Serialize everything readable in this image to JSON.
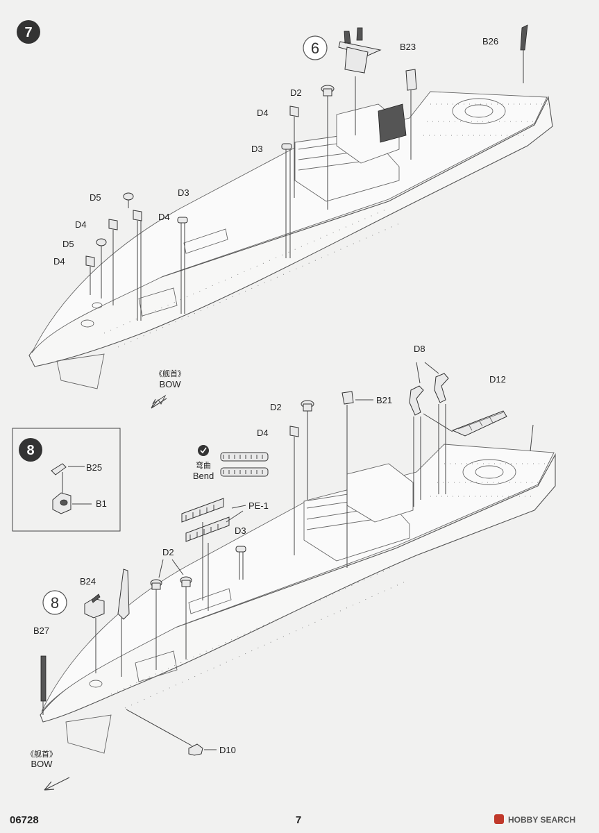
{
  "steps": [
    {
      "number": "7",
      "subassembly_ref": "6",
      "parts": [
        "B26",
        "B23",
        "D2",
        "D4",
        "D3",
        "D5",
        "D4",
        "D3",
        "D4",
        "D5",
        "D4"
      ],
      "direction": {
        "zh": "《舰首》",
        "en": "BOW"
      }
    },
    {
      "number": "8",
      "subassembly_parts": [
        "B25",
        "B1"
      ]
    },
    {
      "number": "",
      "subassembly_ref": "8",
      "parts": [
        "D8",
        "D12",
        "B21",
        "D2",
        "D4",
        "PE-1",
        "D3",
        "D2",
        "B24",
        "B27",
        "D10"
      ],
      "bend_note": {
        "zh": "弯曲",
        "en": "Bend"
      },
      "direction": {
        "zh": "《舰首》",
        "en": "BOW"
      }
    }
  ],
  "footer": {
    "kit_number": "06728",
    "page_number": "7",
    "watermark": "HOBBY SEARCH"
  }
}
